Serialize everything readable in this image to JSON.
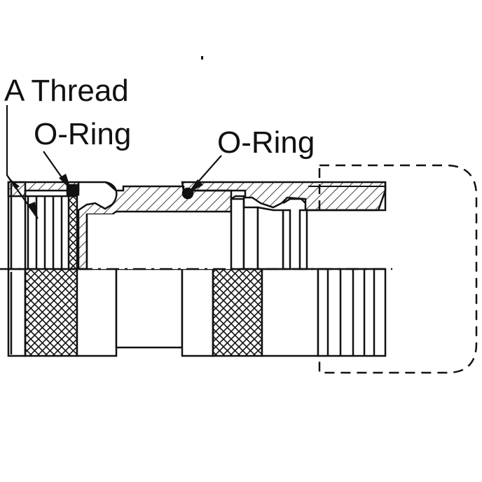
{
  "labels": {
    "a_thread": "A Thread",
    "o_ring_left": "O-Ring",
    "o_ring_right": "O-Ring"
  },
  "colors": {
    "ink": "#111111",
    "background": "#ffffff"
  }
}
